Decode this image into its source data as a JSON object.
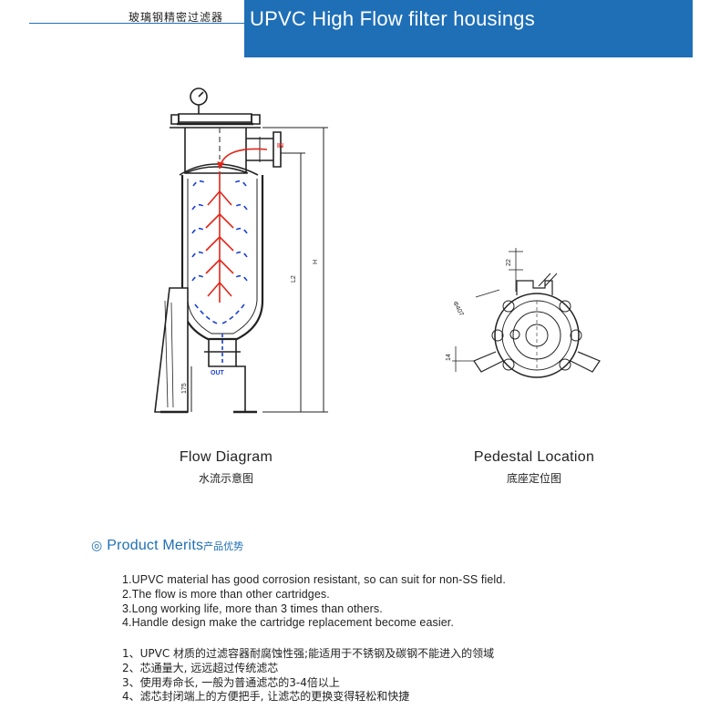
{
  "header": {
    "cn_title": "玻璃钢精密过滤器",
    "title": "UPVC High Flow filter housings",
    "accent_color": "#1f6fb7"
  },
  "flow_diagram": {
    "caption_en": "Flow Diagram",
    "caption_cn": "水流示意图",
    "labels": {
      "inlet": "IN",
      "outlet": "OUT",
      "height": "H",
      "length": "L2",
      "base": "175"
    }
  },
  "pedestal": {
    "caption_en": "Pedestal Location",
    "caption_cn": "底座定位图",
    "labels": {
      "top_dim": "22",
      "diameter": "Φ407",
      "side_dim": "14"
    }
  },
  "merits": {
    "icon": "target-ring-icon",
    "title_en": "Product Merits",
    "title_cn": "产品优势",
    "items_en": [
      "1.UPVC material has good corrosion resistant, so can suit for non-SS field.",
      "2.The flow is more than other cartridges.",
      "3.Long working life, more than 3 times than others.",
      "4.Handle design make the cartridge replacement become easier."
    ],
    "items_cn": [
      "1、UPVC 材质的过滤容器耐腐蚀性强;能适用于不锈钢及碳钢不能进入的领域",
      "2、芯通量大, 远远超过传统滤芯",
      "3、使用寿命长, 一般为普通滤芯的3-4倍以上",
      "4、滤芯封闭端上的方便把手, 让滤芯的更换变得轻松和快捷"
    ]
  }
}
